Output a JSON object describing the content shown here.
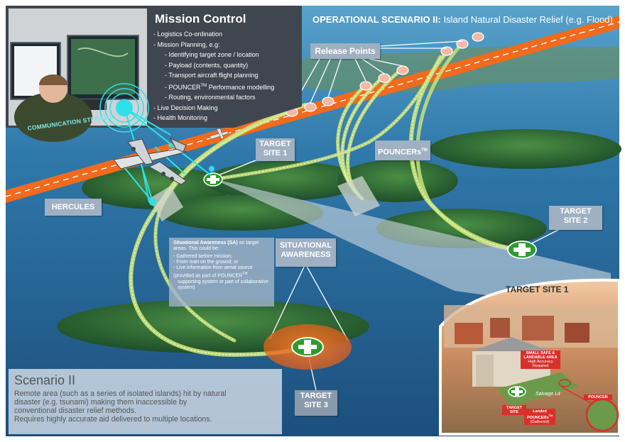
{
  "mission_control": {
    "title": "Mission Control",
    "items": [
      "- Logistics Co-ordination",
      "- Mission Planning, e.g:",
      "- Identifying target zone / location",
      "- Payload (contents, quantity)",
      "- Transport aircraft flight planning",
      "- POUNCER",
      "- Routing, environmental factors",
      "- Live Decision Making",
      "- Health Monitoring"
    ],
    "pouncer_tm": "TM",
    "pouncer_suffix": " Performance modelling"
  },
  "scenario": {
    "prefix": "OPERATIONAL SCENARIO II:",
    "title": "Island Natural Disaster Relief (e.g. Flood)"
  },
  "labels": {
    "release_points": "Release Points",
    "pouncers": "POUNCERs",
    "pouncers_tm": "TM",
    "target_site_1": [
      "TARGET",
      "SITE 1"
    ],
    "target_site_2": [
      "TARGET",
      "SITE 2"
    ],
    "target_site_3": [
      "TARGET",
      "SITE 3"
    ],
    "hercules": "HERCULES",
    "situational_awareness": [
      "SITUATIONAL",
      "AWARENESS"
    ],
    "communication_streams": "COMMUNICATION STREAMS"
  },
  "sa_box": {
    "title_bold": "Situational Awareness (SA)",
    "title_rest": " on target areas. This could be:",
    "items": [
      "- Gathered before mission;",
      "- From man on the ground; or",
      "- Live information from aerial source (provided as part of POUNCER",
      "supporting system or part of collaborative system)"
    ],
    "tm": "TM"
  },
  "scenario_box": {
    "title": "Scenario II",
    "lines": [
      "Remote area (such as a series of isolated islands) hit by natural",
      "disaster (e.g. tsunami) making them inaccessible by",
      "conventional disaster relief methods.",
      "Requires highly accurate aid delivered to multiple locations."
    ]
  },
  "inset": {
    "title": "TARGET SITE 1",
    "small_safe": "SMALL SAFE & LANDABLE AREA",
    "small_safe_sub": "High Accuracy Required",
    "target_site": "TARGET SITE",
    "landed": "Landed POUNCERs",
    "landed_tm": "TM",
    "landed_sub": "(Gathered)",
    "pouncer": "POUNCER",
    "signage": "Salvage Lit"
  },
  "colors": {
    "sea": "#1f5e8e",
    "sea_light": "#4b8fb8",
    "island": "#2d6b38",
    "flight_path": "#f26a1c",
    "drop_path": "#c9e27a",
    "label_box": "#9fb0c2",
    "comm": "#2fe0e8",
    "target_marker": "#2f9a2f",
    "accent_red": "#d9302a",
    "dark_panel": "#3f4650"
  }
}
